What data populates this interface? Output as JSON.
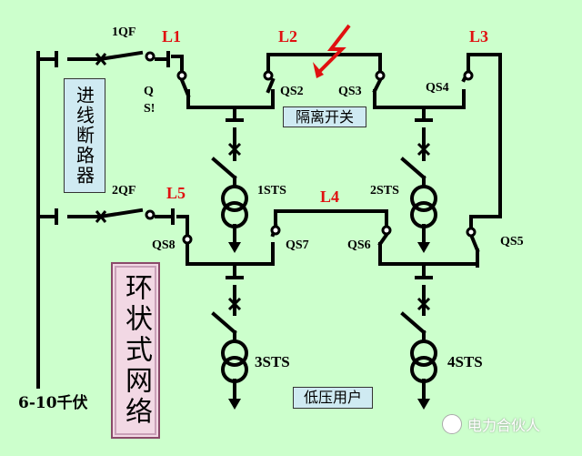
{
  "labels": {
    "qf1": "1QF",
    "qf2": "2QF",
    "l1": "L1",
    "l2": "L2",
    "l3": "L3",
    "l4": "L4",
    "l5": "L5",
    "qs1_q": "Q",
    "qs1_s": "S!",
    "qs2": "QS2",
    "qs3": "QS3",
    "qs4": "QS4",
    "qs5": "QS5",
    "qs6": "QS6",
    "qs7": "QS7",
    "qs8": "QS8",
    "sts1": "1STS",
    "sts2": "2STS",
    "sts3": "3STS",
    "sts4": "4STS",
    "voltage": "6-10千伏"
  },
  "boxes": {
    "incoming_breaker": "进线断路器",
    "isolating_switch": "隔离开关",
    "ring_network": "环状式网络",
    "low_voltage_users": "低压用户"
  },
  "watermark": "电力合伙人",
  "colors": {
    "background": "#ccffcc",
    "line": "#000000",
    "label_red": "#e01010",
    "fault_red": "#e01010",
    "box_blue": "#cfeaf2",
    "box_pink": "#f2d8e4"
  }
}
